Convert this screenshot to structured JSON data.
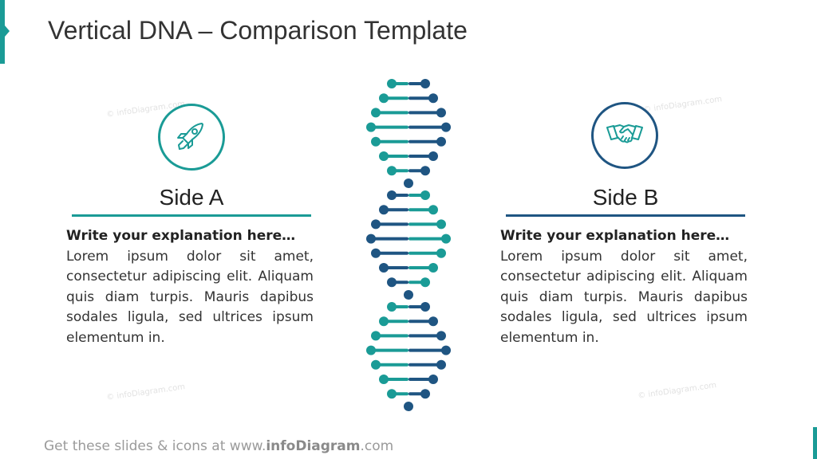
{
  "title": "Vertical DNA – Comparison Template",
  "watermark": "© infoDiagram.com",
  "colors": {
    "teal": "#1a9b96",
    "navy": "#1f5582"
  },
  "side_a": {
    "icon": "rocket-icon",
    "title": "Side A",
    "heading": "Write your explanation here…",
    "body": "Lorem ipsum dolor sit amet, consectetur adipiscing elit. Aliquam quis diam turpis. Mauris dapibus sodales ligula, sed ultrices ipsum elementum in."
  },
  "side_b": {
    "icon": "handshake-icon",
    "title": "Side B",
    "heading": "Write your explanation here…",
    "body": "Lorem ipsum dolor sit amet, consectetur adipiscing elit. Aliquam quis diam turpis. Mauris dapibus sodales ligula, sed ultrices ipsum elementum in."
  },
  "footer": {
    "prefix": "Get these slides & icons at www.",
    "brand": "infoDiagram",
    "suffix": ".com"
  }
}
